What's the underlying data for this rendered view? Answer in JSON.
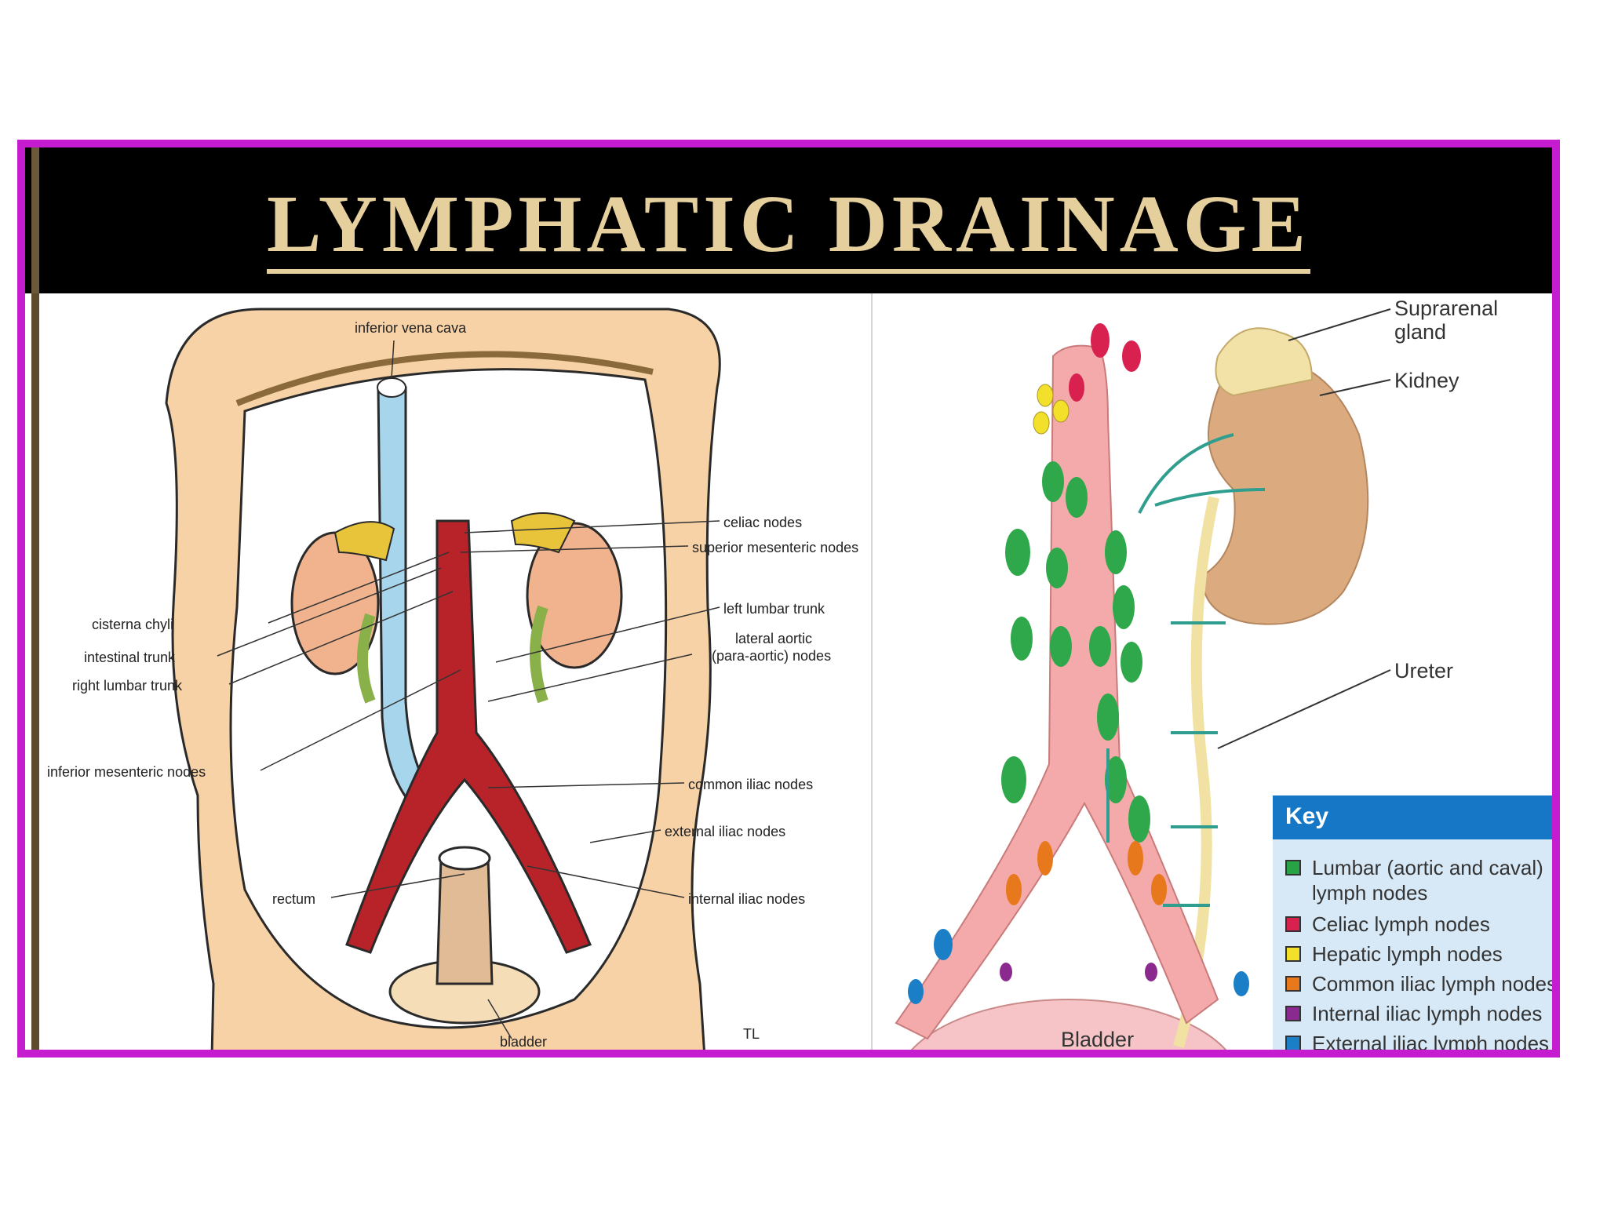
{
  "title": "LYMPHATIC DRAINAGE",
  "left_diagram": {
    "labels": {
      "ivc": "inferior vena cava",
      "celiac": "celiac nodes",
      "sup_mes": "superior mesenteric nodes",
      "left_lumbar": "left lumbar trunk",
      "lat_aortic_1": "lateral aortic",
      "lat_aortic_2": "(para-aortic) nodes",
      "cisterna": "cisterna chyli",
      "intestinal": "intestinal trunk",
      "right_lumbar": "right lumbar trunk",
      "inf_mes": "inferior mesenteric nodes",
      "common_iliac": "common iliac nodes",
      "external_iliac": "external iliac nodes",
      "internal_iliac": "internal iliac nodes",
      "rectum": "rectum",
      "bladder": "bladder",
      "initials": "TL"
    }
  },
  "right_diagram": {
    "labels": {
      "suprarenal_1": "Suprarenal",
      "suprarenal_2": "gland",
      "kidney": "Kidney",
      "ureter": "Ureter",
      "bladder": "Bladder"
    }
  },
  "key": {
    "title": "Key",
    "items": [
      {
        "line1": "Lumbar (aortic and caval)",
        "line2": "lymph nodes",
        "color": "#27a244"
      },
      {
        "line1": "Celiac lymph nodes",
        "color": "#d8214f"
      },
      {
        "line1": "Hepatic lymph nodes",
        "color": "#f2e02a"
      },
      {
        "line1": "Common iliac lymph nodes",
        "color": "#e8781c"
      },
      {
        "line1": "Internal iliac lymph nodes",
        "color": "#8a2a8f"
      },
      {
        "line1": "External iliac lymph nodes",
        "color": "#1a7fc6"
      }
    ]
  },
  "colors": {
    "frame": "#c51ccf",
    "header_bg": "#000000",
    "title": "#e5cf9c",
    "body_tan": "#f7d2a6",
    "aorta_red": "#b8232a",
    "ivc_blue": "#a7d6ec",
    "aorta_pink": "#f7b4b2",
    "kidney_tan": "#d9a574"
  }
}
